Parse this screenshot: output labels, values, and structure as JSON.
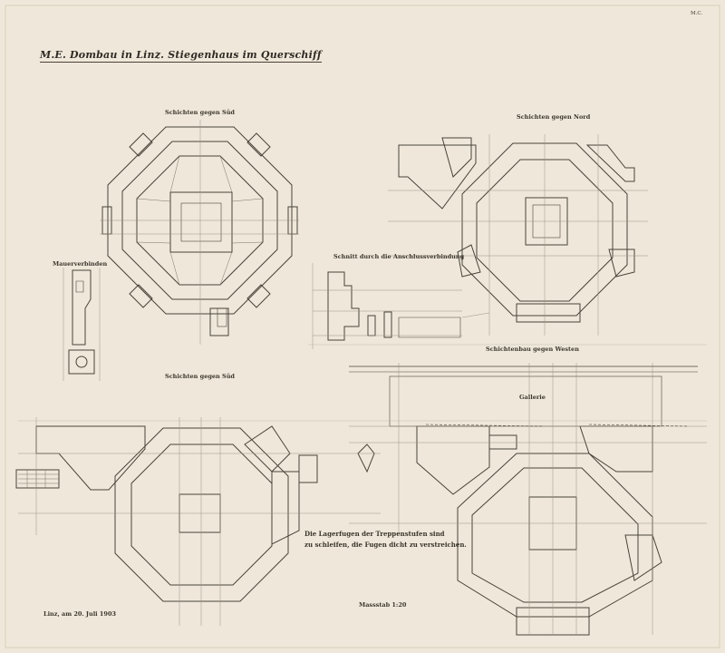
{
  "sheet": {
    "corner_number": "M.C.",
    "title": "M.E. Dombau in Linz. Stiegenhaus im Querschiff",
    "labels": {
      "plan_top_left": "Schichten gegen Süd",
      "plan_top_right": "Schichten gegen Nord",
      "detail_left": "Mauerverbinden",
      "section_middle": "Schnitt durch die Anschlussverbindung",
      "plan_bottom_left": "Schichten gegen Süd",
      "plan_bottom_right": "Schichtenbau gegen Westen",
      "gallery": "Gallerie",
      "note_line1": "Die Lagerfugen der Treppenstufen sind",
      "note_line2": "zu schleifen, die Fugen dicht zu verstreichen.",
      "scale": "Massstab 1:20",
      "date_place": "Linz, am 20. Juli 1903"
    }
  },
  "colors": {
    "paper": "#efe8da",
    "ink": "#4a4238",
    "faint_line": "#9a9080"
  }
}
